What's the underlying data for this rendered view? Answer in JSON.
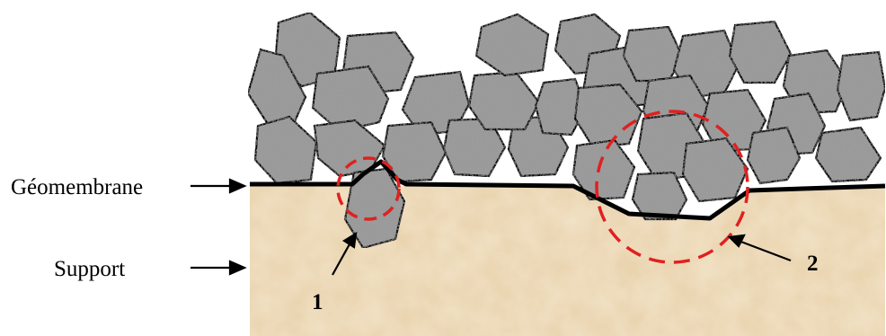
{
  "labels": {
    "geomembrane": "Géomembrane",
    "support": "Support"
  },
  "markers": {
    "one": "1",
    "two": "2"
  },
  "colors": {
    "soil": "#e8d2ab",
    "stone_fill": "#9a9a9a",
    "stone_outline": "#000000",
    "circle": "#e02020"
  }
}
